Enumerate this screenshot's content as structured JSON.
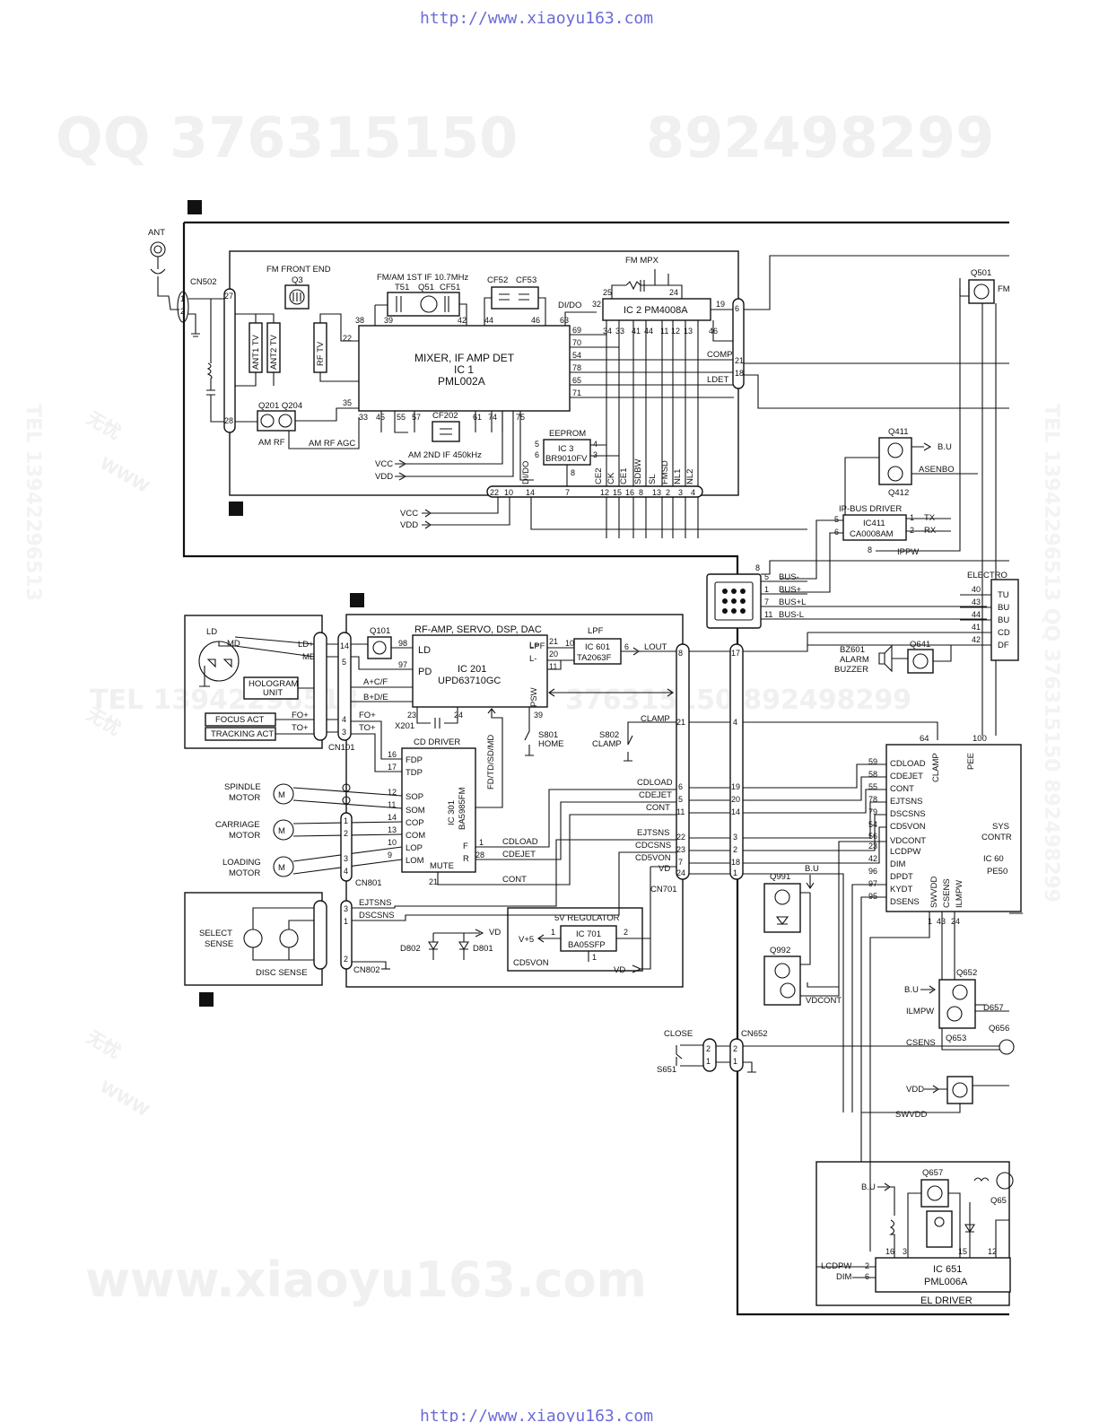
{
  "header": {
    "url_top": "http://www.xiaoyu163.com",
    "url_bottom": "http://www.xiaoyu163.com"
  },
  "watermarks": {
    "qq": "QQ 376315150",
    "num": "892498299",
    "site": "www.xiaoyu163.com",
    "tel_left": "TEL 13942296513",
    "tel_mid": "TEL 13942296513",
    "tel_right": "TEL 13942296513 QQ 376315150 892498299",
    "brand": "无忧",
    "www": "WWW",
    "mid_digits": "376315150 892498299"
  },
  "tuner": {
    "ant": "ANT",
    "cn502": "CN502",
    "fm_front_end": "FM FRONT END",
    "q3": "Q3",
    "if_label": "FM/AM 1ST IF 10.7MHz",
    "t51": "T51",
    "q51": "Q51",
    "cf51": "CF51",
    "cf52": "CF52",
    "cf53": "CF53",
    "fm_mpx": "FM MPX",
    "di_do": "DI/DO",
    "ic2": "IC 2  PM4008A",
    "ant1": "ANT1 TV",
    "ant2": "ANT2 TV",
    "rftv": "RF TV",
    "ic1_l1": "MIXER, IF AMP DET",
    "ic1_l2": "IC 1",
    "ic1_l3": "PML002A",
    "q201": "Q201 Q204",
    "amrf": "AM RF",
    "amrfagc": "AM RF AGC",
    "cf202": "CF202",
    "am2nd": "AM 2ND IF 450kHz",
    "eeprom": "EEPROM",
    "ic3": "IC 3",
    "ic3p": "BR9010FV",
    "vcc": "VCC",
    "vdd": "VDD",
    "comp": "COMP",
    "ldet": "LDET",
    "sig": [
      "DI/DO",
      "CE2",
      "CK",
      "CE1",
      "SDBW",
      "SL",
      "FMSD",
      "NL1",
      "NL2"
    ],
    "pins_top": [
      "38",
      "39",
      "42",
      "44",
      "46",
      "63",
      "32",
      "25",
      "24",
      "19"
    ],
    "pins_right": [
      "69",
      "70",
      "54",
      "78",
      "65",
      "71"
    ],
    "pins_ic2": [
      "34",
      "33",
      "41",
      "44",
      "11",
      "12",
      "13",
      "46"
    ],
    "pins_bot": [
      "22",
      "10",
      "14",
      "7",
      "12",
      "15",
      "16",
      "8",
      "13",
      "2",
      "3",
      "4"
    ],
    "pins_left": [
      "33",
      "45",
      "55",
      "57",
      "61",
      "74",
      "75",
      "35",
      "22"
    ],
    "pins_conn": [
      "6",
      "21",
      "18",
      "27",
      "28",
      "1",
      "2"
    ],
    "pins_ic3": [
      "5",
      "6",
      "4",
      "3",
      "8"
    ]
  },
  "ipbus": {
    "title": "IP-BUS DRIVER",
    "ic": "IC411",
    "part": "CA0008AM",
    "tx": "TX",
    "rx": "RX",
    "ippw": "IPPW",
    "q411": "Q411",
    "q412": "Q412",
    "bu": "B.U",
    "asenbo": "ASENBO",
    "bus": [
      "BUS-",
      "BUS+",
      "BUS+L",
      "BUS-L"
    ],
    "buspins": [
      "8",
      "5",
      "1",
      "7",
      "11"
    ],
    "pins": [
      "5",
      "6",
      "1",
      "2",
      "8"
    ]
  },
  "q501": "Q501",
  "fm_right": "FM",
  "cd": {
    "title": "RF-AMP, SERVO, DSP, DAC",
    "q101": "Q101",
    "ld": "LD",
    "pd": "PD",
    "ic201": "IC 201",
    "ic201p": "UPD63710GC",
    "lpf": "LPF",
    "ic601": "IC 601",
    "ic601p": "TA2063F",
    "lout": "LOUT",
    "psw": "PSW",
    "x201": "X201",
    "ld2": "LD",
    "md": "MD",
    "ldp": "LD+",
    "mdl": "MD",
    "hologram1": "HOLOGRAM",
    "hologram2": "UNIT",
    "acf": "A+C/F",
    "bde": "B+D/E",
    "focus": "FOCUS ACT",
    "tracking": "TRACKING ACT",
    "fo": "FO+",
    "to": "TO+",
    "fo2": "FO+",
    "to2": "TO+",
    "cn101": "CN101",
    "cn801": "CN801",
    "cn802": "CN802",
    "cn701": "CN701",
    "cddriver": "CD DRIVER",
    "ic301": "IC 301",
    "ic301p": "BA5985FM",
    "fdtd": "FD/TD/SD/MD",
    "fdp": "FDP",
    "tdp": "TDP",
    "sop": "SOP",
    "som": "SOM",
    "cop": "COP",
    "com": "COM",
    "lop": "LOP",
    "lom": "LOM",
    "mute": "MUTE",
    "f": "F",
    "r": "R",
    "spindle": [
      "SPINDLE",
      "MOTOR"
    ],
    "carriage": [
      "CARRIAGE",
      "MOTOR"
    ],
    "loading": [
      "LOADING",
      "MOTOR"
    ],
    "select": [
      "SELECT",
      "SENSE"
    ],
    "discsense": "DISC SENSE",
    "s801": "S801",
    "home": "HOME",
    "s802": "S802",
    "clamp": "CLAMP",
    "sigs": [
      "CLAMP",
      "CDLOAD",
      "CDEJET",
      "CONT",
      "EJTSNS",
      "CDCSNS",
      "CD5VON",
      "VD"
    ],
    "cdload": "CDLOAD",
    "cdejet": "CDEJET",
    "cont": "CONT",
    "ejtsns": "EJTSNS",
    "dscsns": "DSCSNS",
    "reg": "5V REGULATOR",
    "ic701": "IC 701",
    "ic701p": "BA05SFP",
    "v5": "V+5",
    "vd": "VD",
    "cd5von": "CD5VON",
    "d802": "D802",
    "d801": "D801",
    "pins": [
      "14",
      "5",
      "4",
      "3",
      "98",
      "97",
      "23",
      "24",
      "21",
      "10",
      "20",
      "11",
      "6",
      "39",
      "16",
      "17",
      "12",
      "11",
      "14",
      "13",
      "10",
      "9",
      "1",
      "28",
      "21",
      "3",
      "1",
      "2",
      "1",
      "2",
      "3",
      "4",
      "8",
      "21",
      "6",
      "5",
      "11",
      "22",
      "23",
      "7",
      "24",
      "17",
      "4",
      "19",
      "20",
      "14",
      "3",
      "2",
      "18",
      "1"
    ]
  },
  "electro": {
    "title": "ELECTRO",
    "rows": [
      "TU",
      "BU",
      "BU",
      "CD",
      "DF"
    ],
    "pins": [
      "40",
      "43",
      "44",
      "41",
      "42"
    ]
  },
  "buzzer": {
    "bz": "BZ601",
    "alarm": "ALARM",
    "buzzer": "BUZZER",
    "q641": "Q641"
  },
  "sys": {
    "title1": "SYS",
    "title2": "CONTR",
    "ic": "IC 60",
    "part": "PE50",
    "sig": [
      "CDLOAD",
      "CDEJET",
      "CONT",
      "EJTSNS",
      "DSCSNS",
      "CD5VON",
      "VDCONT",
      "LCDPW",
      "DIM",
      "DPDT",
      "KYDT",
      "DSENS"
    ],
    "pins": [
      "59",
      "58",
      "55",
      "78",
      "79",
      "54",
      "56",
      "23",
      "42",
      "96",
      "97",
      "95"
    ],
    "clamp": "CLAMP",
    "pee": "PEE",
    "p64": "64",
    "p100": "100",
    "swvdd": "SWVDD",
    "csens": "CSENS",
    "ilmpw": "ILMPW",
    "bot": [
      "1",
      "43",
      "24"
    ]
  },
  "q991": "Q991",
  "q992": "Q992",
  "bu": "B.U",
  "vdcont": "VDCONT",
  "q652": "Q652",
  "q653": "Q653",
  "d657": "D657",
  "q656": "Q656",
  "csens2": "CSENS",
  "ilmpw2": "ILMPW",
  "vdd2": "VDD",
  "swvdd2": "SWVDD",
  "cn652": "CN652",
  "close": "CLOSE",
  "s651": "S651",
  "el": {
    "ic": "IC 651",
    "part": "PML006A",
    "title": "EL DRIVER",
    "q657": "Q657",
    "q65": "Q65",
    "lcdpw": "LCDPW",
    "dim": "DIM",
    "bu": "B.U",
    "pins": [
      "16",
      "3",
      "15",
      "12",
      "2",
      "6"
    ]
  }
}
